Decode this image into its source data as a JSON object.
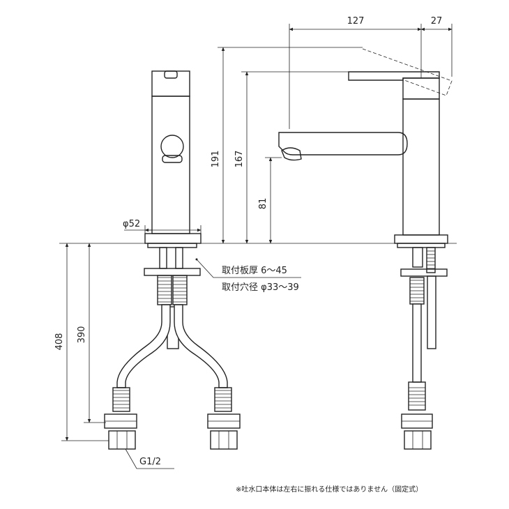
{
  "dimensions": {
    "spout_reach": "127",
    "lever_offset": "27",
    "total_height": "191",
    "spout_top_height": "167",
    "spout_outlet_height": "81",
    "base_diameter": "φ52",
    "hose_length_1": "408",
    "hose_length_2": "390",
    "thread": "G1/2"
  },
  "notes": {
    "mount_plate": "取付板厚 6～45",
    "mount_hole": "取付穴径 φ33～39",
    "footnote": "※吐水口本体は左右に振れる仕様ではありません（固定式）"
  }
}
